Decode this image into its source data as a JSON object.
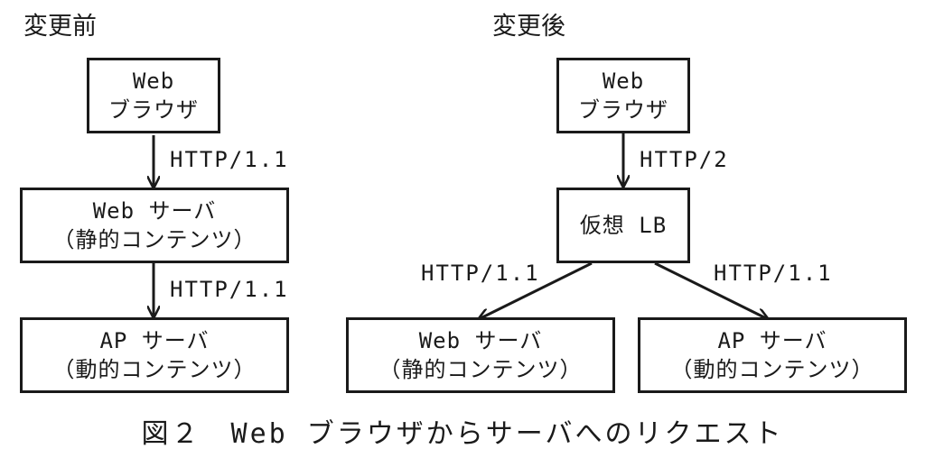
{
  "before": {
    "heading": "変更前",
    "browser": {
      "line1": "Web",
      "line2": "ブラウザ"
    },
    "web_server": {
      "line1": "Web サーバ",
      "line2": "（静的コンテンツ）"
    },
    "ap_server": {
      "line1": "AP サーバ",
      "line2": "（動的コンテンツ）"
    },
    "edge_browser_to_web": "HTTP/1.1",
    "edge_web_to_ap": "HTTP/1.1"
  },
  "after": {
    "heading": "変更後",
    "browser": {
      "line1": "Web",
      "line2": "ブラウザ"
    },
    "lb": "仮想 LB",
    "web_server": {
      "line1": "Web サーバ",
      "line2": "（静的コンテンツ）"
    },
    "ap_server": {
      "line1": "AP サーバ",
      "line2": "（動的コンテンツ）"
    },
    "edge_browser_to_lb": "HTTP/2",
    "edge_lb_to_web": "HTTP/1.1",
    "edge_lb_to_ap": "HTTP/1.1"
  },
  "caption": "図２　Web ブラウザからサーバへのリクエスト"
}
